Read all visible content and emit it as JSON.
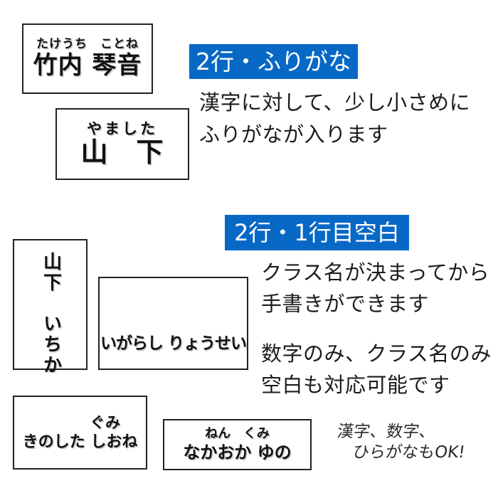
{
  "colors": {
    "banner_blue": "#0868c6",
    "ink": "#1c1c1c"
  },
  "furigana_section": {
    "banner_label": "2行・ふりがな",
    "description": {
      "line1": "漢字に対して、少し小さめに",
      "line2": "ふりがなが入ります"
    },
    "sample_takeuchi": {
      "furigana": "たけうち　ことね",
      "kanji": "竹内 琴音"
    },
    "sample_yamashita": {
      "furigana": "やました",
      "kanji": "山　下"
    }
  },
  "blank_section": {
    "banner_label": "2行・1行目空白",
    "description_handwrite": {
      "line1": "クラス名が決まってから",
      "line2": "手書きができます"
    },
    "description_options": {
      "line1": "数字のみ、クラス名のみ",
      "line2": "空白も対応可能です"
    },
    "sample_vertical": {
      "name": "山下　いちか"
    },
    "sample_igarashi": {
      "line2": "いがらし りょうせい"
    },
    "sample_kinoshita": {
      "line1": "ぐみ",
      "line2": "きのした しおね"
    },
    "sample_nakaoka": {
      "line1": "ねん　くみ",
      "line2": "なかおか ゆの"
    },
    "note": {
      "line1": "漢字、数字、",
      "line2": "ひらがなもOK!"
    }
  }
}
